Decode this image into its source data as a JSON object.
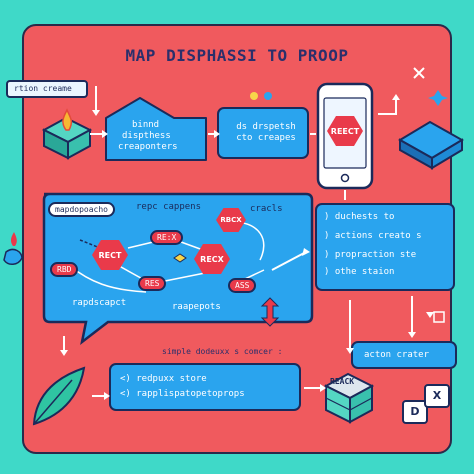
{
  "title": "MAP DISPHASSI TO PROOP",
  "tag_top_left": "rtion creame",
  "house_box": {
    "line1": "binnd",
    "line2": "dispthess",
    "line3": "creaponters"
  },
  "middle_box": {
    "line1": "ds drspetsh",
    "line2": "cto creapes"
  },
  "phone": {
    "label": "REECT"
  },
  "big_panel": {
    "tag": "mapdopoacho",
    "heading_left": "repc cappens",
    "heading_right": "cracls",
    "bottom_left": "rapdscapct",
    "bottom_right": "raapepots",
    "nodes": [
      {
        "label": "RECT"
      },
      {
        "label": "RE:X"
      },
      {
        "label": "RBCX"
      },
      {
        "label": "RECX"
      },
      {
        "label": "RBD"
      },
      {
        "label": "RES"
      },
      {
        "label": "ASS"
      }
    ]
  },
  "right_list": {
    "items": [
      "duchests to",
      "actions creato s",
      "propraction ste",
      "othe staion"
    ]
  },
  "action_box": {
    "label": "acton crater"
  },
  "simple_label": "simple dodeuxx s comcer :",
  "bottom_box": {
    "line1": "redpuxx store",
    "line2": "rapplispatopetoprops"
  },
  "bottom_right": {
    "react_label": "REACK",
    "badge_d": "D",
    "badge_x": "X"
  },
  "colors": {
    "background": "#3fd9c8",
    "panel": "#f05a5e",
    "blue": "#2aa4ee",
    "navy": "#1b2a5a",
    "red_node": "#e93a4a"
  }
}
